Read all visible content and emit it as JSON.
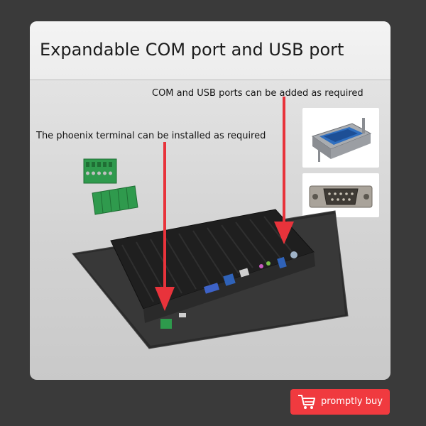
{
  "card": {
    "title": "Expandable COM port and USB port",
    "label_com_usb": "COM and USB ports can be added as required",
    "label_phoenix": "The phoenix terminal can be installed as required"
  },
  "buy_button": {
    "label": "promptly buy",
    "icon": "cart-icon",
    "color": "#f03a3f"
  },
  "colors": {
    "background": "#3a3a3a",
    "arrow": "#e8333b",
    "terminal": "#2e9a4c"
  }
}
